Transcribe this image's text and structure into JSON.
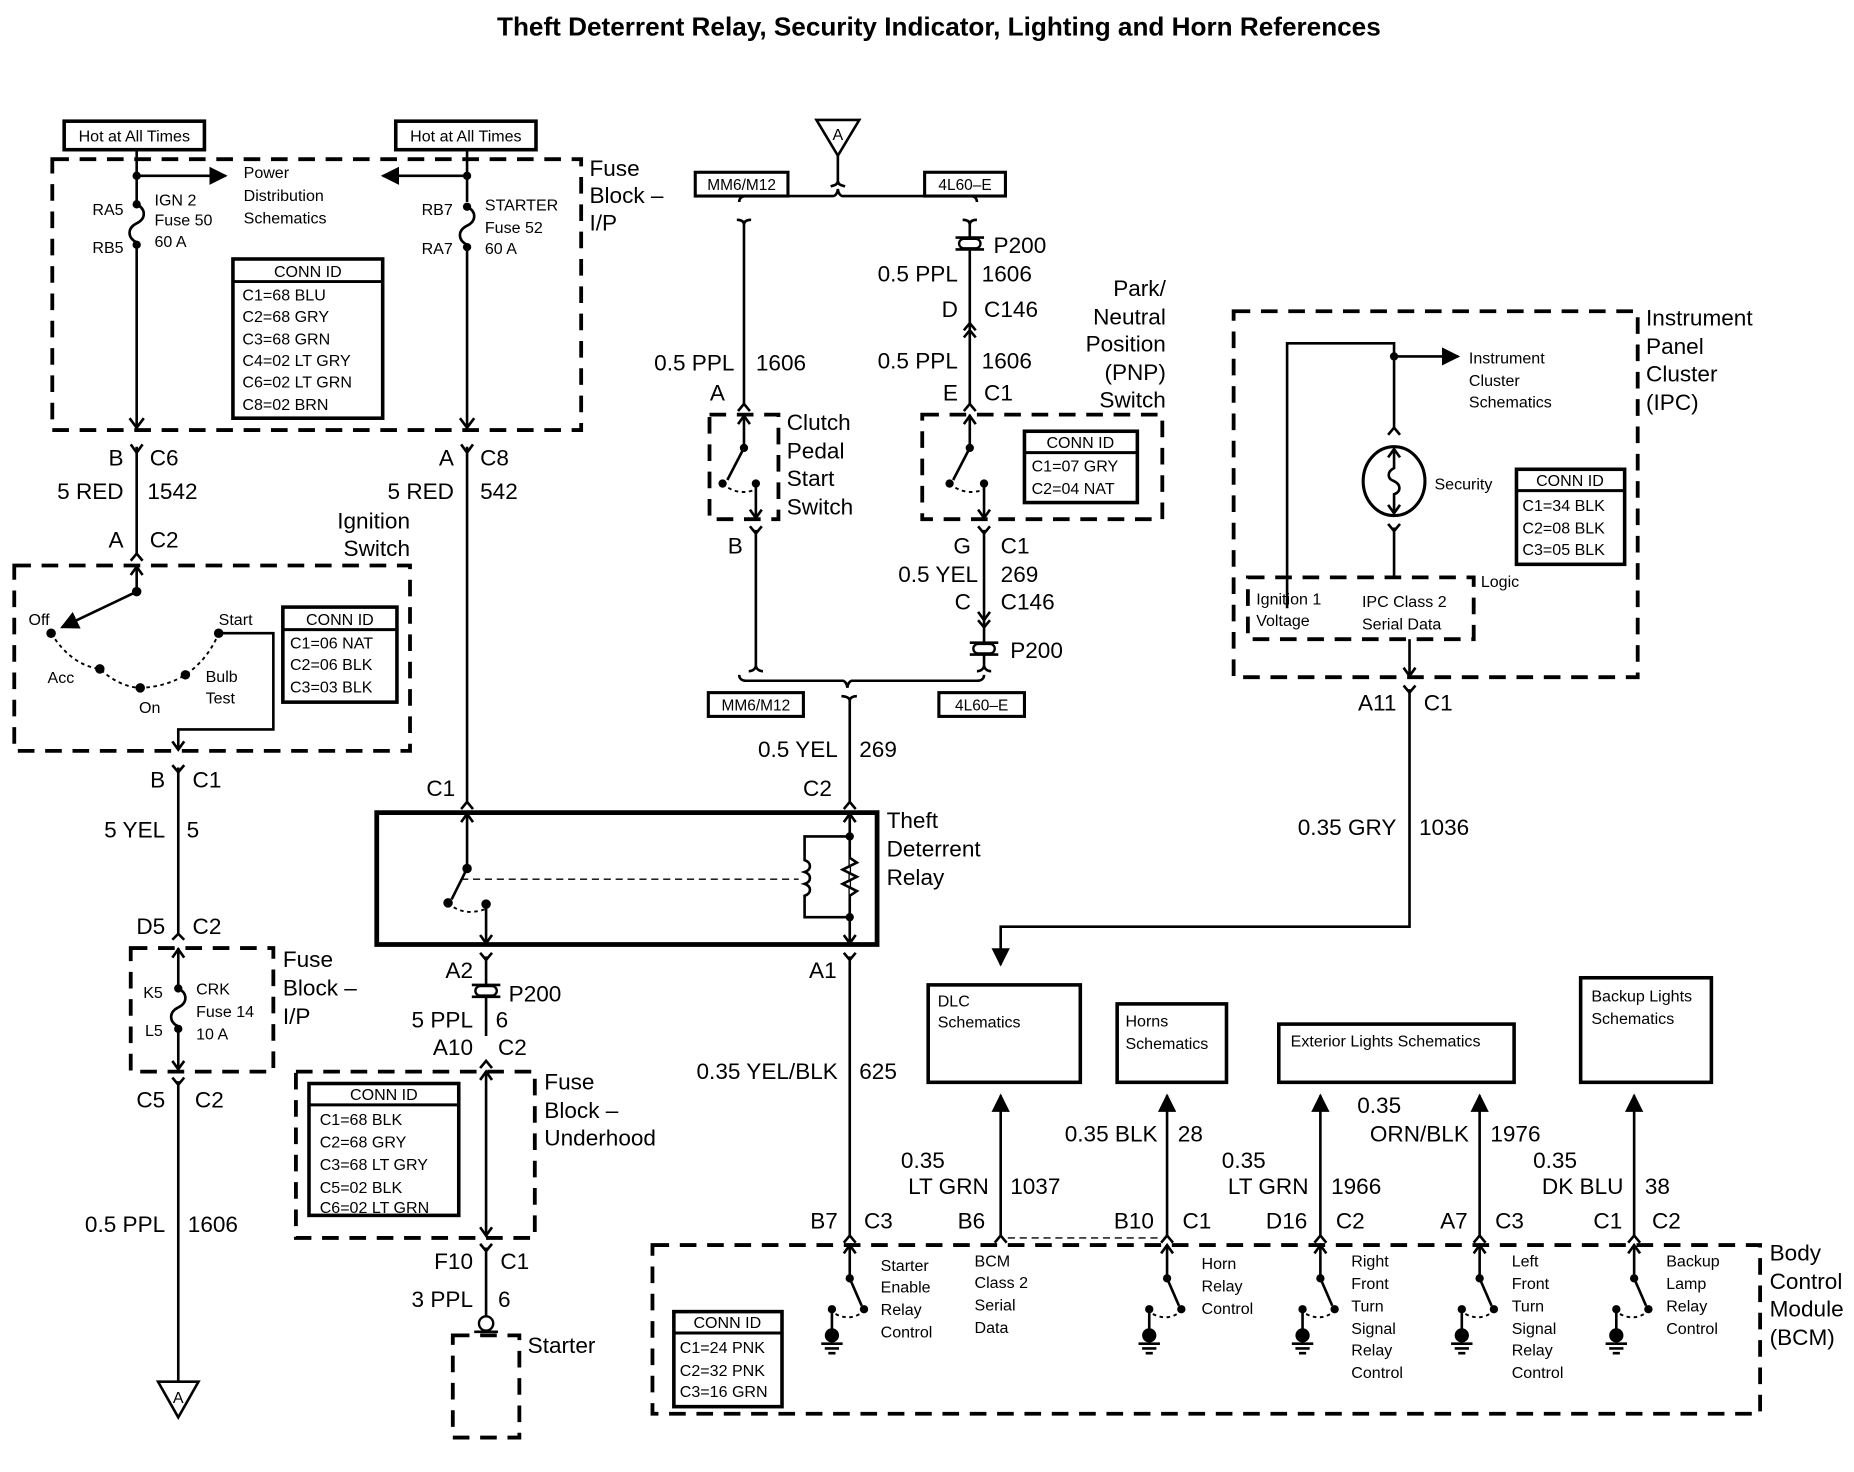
{
  "title": "Theft Deterrent Relay, Security Indicator, Lighting and Horn References",
  "fuse_block_ip_top": {
    "label": [
      "Fuse",
      "Block –",
      "I/P"
    ],
    "hot_left": "Hot at All Times",
    "hot_right": "Hot at All Times",
    "power_dist": [
      "Power",
      "Distribution",
      "Schematics"
    ],
    "fuse_left": {
      "top_pin": "RA5",
      "bottom_pin": "RB5",
      "text": [
        "IGN 2",
        "Fuse 50",
        "60 A"
      ]
    },
    "fuse_right": {
      "top_pin": "RB7",
      "bottom_pin": "RA7",
      "text": [
        "STARTER",
        "Fuse 52",
        "60 A"
      ]
    },
    "conn_id": {
      "header": "CONN ID",
      "rows": [
        "C1=68 BLU",
        "C2=68 GRY",
        "C3=68 GRN",
        "C4=02 LT GRY",
        "C6=02 LT GRN",
        "C8=02 BRN"
      ]
    }
  },
  "left_branch": {
    "c6": {
      "pin": "B",
      "conn": "C6"
    },
    "wire_1542": {
      "gauge_color": "5 RED",
      "circuit": "1542"
    },
    "c2": {
      "pin": "A",
      "conn": "C2"
    },
    "c1": {
      "pin": "B",
      "conn": "C1"
    },
    "wire_5": {
      "gauge_color": "5 YEL",
      "circuit": "5"
    },
    "d5": {
      "pin": "D5",
      "conn": "C2"
    },
    "c5": {
      "pin": "C5",
      "conn": "C2"
    },
    "wire_1606": {
      "gauge_color": "0.5 PPL",
      "circuit": "1606"
    },
    "offpage": "A"
  },
  "ignition_switch": {
    "label": [
      "Ignition",
      "Switch"
    ],
    "positions": {
      "off": "Off",
      "acc": "Acc",
      "on": "On",
      "bulb_test": [
        "Bulb",
        "Test"
      ],
      "start": "Start"
    },
    "conn_id": {
      "header": "CONN ID",
      "rows": [
        "C1=06 NAT",
        "C2=06 BLK",
        "C3=03 BLK"
      ]
    }
  },
  "fuse_block_ip_crk": {
    "label": [
      "Fuse",
      "Block –",
      "I/P"
    ],
    "top_pin": "K5",
    "bottom_pin": "L5",
    "text": [
      "CRK",
      "Fuse 14",
      "10 A"
    ]
  },
  "starter_branch": {
    "c8": {
      "pin": "A",
      "conn": "C8"
    },
    "wire_542": {
      "gauge_color": "5 RED",
      "circuit": "542"
    },
    "relay_c1": "C1",
    "a2": "A2",
    "p200": "P200",
    "wire_6a": {
      "gauge_color": "5 PPL",
      "circuit": "6"
    },
    "a10": {
      "pin": "A10",
      "conn": "C2"
    },
    "f10": {
      "pin": "F10",
      "conn": "C1"
    },
    "wire_6b": {
      "gauge_color": "3 PPL",
      "circuit": "6"
    },
    "starter_label": "Starter"
  },
  "fuse_block_underhood": {
    "label": [
      "Fuse",
      "Block –",
      "Underhood"
    ],
    "conn_id": {
      "header": "CONN ID",
      "rows": [
        "C1=68 BLK",
        "C2=68 GRY",
        "C3=68 LT GRY",
        "C5=02 BLK",
        "C6=02 LT GRN"
      ]
    }
  },
  "center_branch": {
    "offpage": "A",
    "option_left_top": "MM6/M12",
    "option_right_top": "4L60–E",
    "p200_top": "P200",
    "wire_1606_a": {
      "gauge_color": "0.5 PPL",
      "circuit": "1606"
    },
    "c146_d": {
      "pin": "D",
      "conn": "C146"
    },
    "wire_1606_b": {
      "gauge_color": "0.5 PPL",
      "circuit": "1606"
    },
    "e_c1": {
      "pin": "E",
      "conn": "C1"
    },
    "wire_1606_clutch": {
      "gauge_color": "0.5 PPL",
      "circuit": "1606"
    },
    "clutch_a": "A",
    "clutch_b": "B",
    "clutch_label": [
      "Clutch",
      "Pedal",
      "Start",
      "Switch"
    ],
    "pnp_label": [
      "Park/",
      "Neutral",
      "Position",
      "(PNP)",
      "Switch"
    ],
    "pnp_conn_id": {
      "header": "CONN ID",
      "rows": [
        "C1=07 GRY",
        "C2=04 NAT"
      ]
    },
    "g_c1": {
      "pin": "G",
      "conn": "C1"
    },
    "wire_269_a": {
      "gauge_color": "0.5 YEL",
      "circuit": "269"
    },
    "c146_c": {
      "pin": "C",
      "conn": "C146"
    },
    "p200_bottom": "P200",
    "option_left_bottom": "MM6/M12",
    "option_right_bottom": "4L60–E",
    "wire_269_b": {
      "gauge_color": "0.5 YEL",
      "circuit": "269"
    },
    "relay_c2": "C2",
    "relay_a1": "A1"
  },
  "theft_relay": {
    "label": [
      "Theft",
      "Deterrent",
      "Relay"
    ]
  },
  "ipc": {
    "label": [
      "Instrument",
      "Panel",
      "Cluster",
      "(IPC)"
    ],
    "ref": [
      "Instrument",
      "Cluster",
      "Schematics"
    ],
    "security": "Security",
    "logic": "Logic",
    "ign1": [
      "Ignition 1",
      "Voltage"
    ],
    "class2": [
      "IPC Class 2",
      "Serial Data"
    ],
    "conn_id": {
      "header": "CONN ID",
      "rows": [
        "C1=34 BLK",
        "C2=08 BLK",
        "C3=05 BLK"
      ]
    },
    "a11": {
      "pin": "A11",
      "conn": "C1"
    },
    "wire_1036": {
      "gauge_color": "0.35 GRY",
      "circuit": "1036"
    }
  },
  "references": {
    "dlc": [
      "DLC",
      "Schematics"
    ],
    "horns": [
      "Horns",
      "Schematics"
    ],
    "exterior": [
      "Exterior Lights Schematics"
    ],
    "backup": [
      "Backup Lights",
      "Schematics"
    ]
  },
  "bcm_wires": {
    "w625": {
      "gauge_color": "0.35 YEL/BLK",
      "circuit": "625"
    },
    "w1037": {
      "gauge": "0.35",
      "color": "LT GRN",
      "circuit": "1037"
    },
    "w28": {
      "gauge_color": "0.35 BLK",
      "circuit": "28"
    },
    "w1966": {
      "gauge": "0.35",
      "color": "LT GRN",
      "circuit": "1966"
    },
    "w1976": {
      "gauge": "0.35",
      "color": "ORN/BLK",
      "circuit": "1976"
    },
    "w38": {
      "gauge": "0.35",
      "color": "DK BLU",
      "circuit": "38"
    }
  },
  "bcm": {
    "label": [
      "Body",
      "Control",
      "Module",
      "(BCM)"
    ],
    "pins": [
      {
        "pin": "B7",
        "conn": "C3"
      },
      {
        "pin": "B6",
        "conn": ""
      },
      {
        "pin": "B10",
        "conn": "C1"
      },
      {
        "pin": "D16",
        "conn": "C2"
      },
      {
        "pin": "A7",
        "conn": "C3"
      },
      {
        "pin": "C1",
        "conn": "C2"
      }
    ],
    "functions": {
      "starter": [
        "Starter",
        "Enable",
        "Relay",
        "Control"
      ],
      "class2": [
        "BCM",
        "Class 2",
        "Serial",
        "Data"
      ],
      "horn": [
        "Horn",
        "Relay",
        "Control"
      ],
      "rf_turn": [
        "Right",
        "Front",
        "Turn",
        "Signal",
        "Relay",
        "Control"
      ],
      "lf_turn": [
        "Left",
        "Front",
        "Turn",
        "Signal",
        "Relay",
        "Control"
      ],
      "backup": [
        "Backup",
        "Lamp",
        "Relay",
        "Control"
      ]
    },
    "conn_id": {
      "header": "CONN ID",
      "rows": [
        "C1=24 PNK",
        "C2=32 PNK",
        "C3=16 GRN"
      ]
    }
  }
}
